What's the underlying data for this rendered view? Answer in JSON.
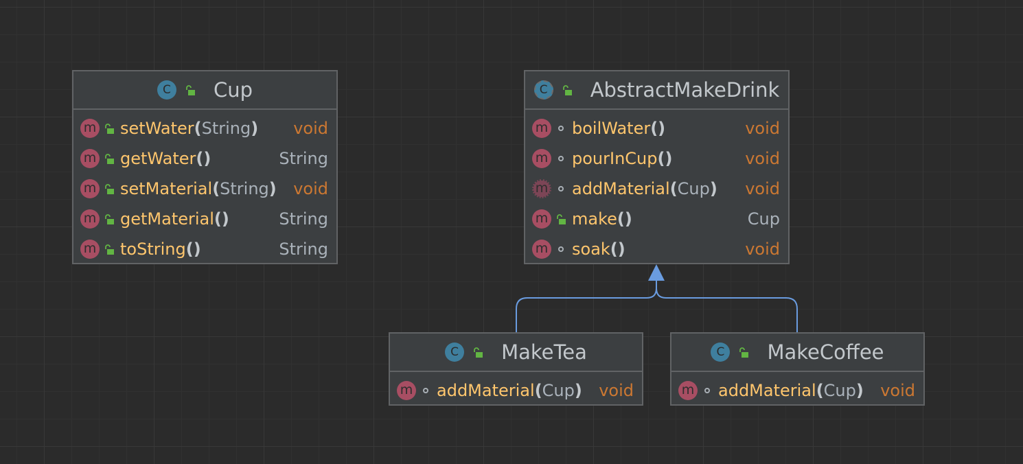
{
  "colors": {
    "background": "#2b2b2b",
    "node_fill": "#3c3f41",
    "node_border": "#616365",
    "method_name": "#ffc66d",
    "void_type": "#cc7832",
    "class_icon": "#3f7f9e",
    "method_icon": "#a84e63",
    "public_lock": "#62b543",
    "inheritance_edge": "#6a9ce0"
  },
  "icons": {
    "class_letter": "C",
    "method_letter": "m"
  },
  "classes": {
    "cup": {
      "name": "Cup",
      "kind": "class",
      "methods": [
        {
          "name": "setWater",
          "open": "(",
          "param": "String",
          "close": ")",
          "ret": "void",
          "visibility": "public"
        },
        {
          "name": "getWater",
          "open": "(",
          "param": "",
          "close": ")",
          "ret": "String",
          "visibility": "public"
        },
        {
          "name": "setMaterial",
          "open": "(",
          "param": "String",
          "close": ")",
          "ret": "void",
          "visibility": "public"
        },
        {
          "name": "getMaterial",
          "open": "(",
          "param": "",
          "close": ")",
          "ret": "String",
          "visibility": "public"
        },
        {
          "name": "toString",
          "open": "(",
          "param": "",
          "close": ")",
          "ret": "String",
          "visibility": "public"
        }
      ]
    },
    "abstract_make_drink": {
      "name": "AbstractMakeDrink",
      "kind": "abstract class",
      "methods": [
        {
          "name": "boilWater",
          "open": "(",
          "param": "",
          "close": ")",
          "ret": "void",
          "visibility": "package"
        },
        {
          "name": "pourInCup",
          "open": "(",
          "param": "",
          "close": ")",
          "ret": "void",
          "visibility": "package"
        },
        {
          "name": "addMaterial",
          "open": "(",
          "param": "Cup",
          "close": ")",
          "ret": "void",
          "visibility": "package",
          "abstract": true
        },
        {
          "name": "make",
          "open": "(",
          "param": "",
          "close": ")",
          "ret": "Cup",
          "visibility": "public"
        },
        {
          "name": "soak",
          "open": "(",
          "param": "",
          "close": ")",
          "ret": "void",
          "visibility": "package"
        }
      ]
    },
    "make_tea": {
      "name": "MakeTea",
      "kind": "class",
      "methods": [
        {
          "name": "addMaterial",
          "open": "(",
          "param": "Cup",
          "close": ")",
          "ret": "void",
          "visibility": "package"
        }
      ]
    },
    "make_coffee": {
      "name": "MakeCoffee",
      "kind": "class",
      "methods": [
        {
          "name": "addMaterial",
          "open": "(",
          "param": "Cup",
          "close": ")",
          "ret": "void",
          "visibility": "package"
        }
      ]
    }
  },
  "edges": [
    {
      "type": "inheritance",
      "from": "MakeTea",
      "to": "AbstractMakeDrink"
    },
    {
      "type": "inheritance",
      "from": "MakeCoffee",
      "to": "AbstractMakeDrink"
    }
  ]
}
